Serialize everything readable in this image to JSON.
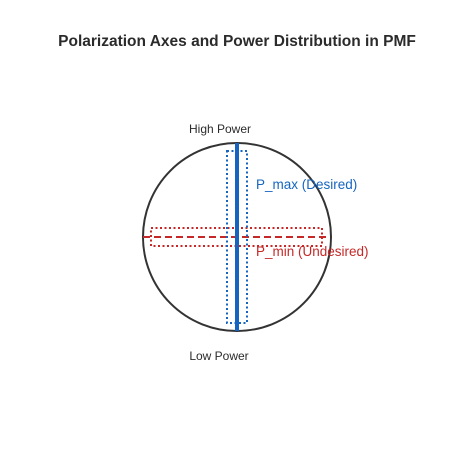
{
  "title": "Polarization Axes and Power Distribution in PMF",
  "labels": {
    "top": "High Power",
    "bottom": "Low Power",
    "max_axis": "P_max (Desired)",
    "min_axis": "P_min (Undesired)"
  },
  "colors": {
    "max_axis": "#1565c0",
    "min_axis": "#c62828",
    "circle": "#333333",
    "text": "#2b2b2b"
  }
}
